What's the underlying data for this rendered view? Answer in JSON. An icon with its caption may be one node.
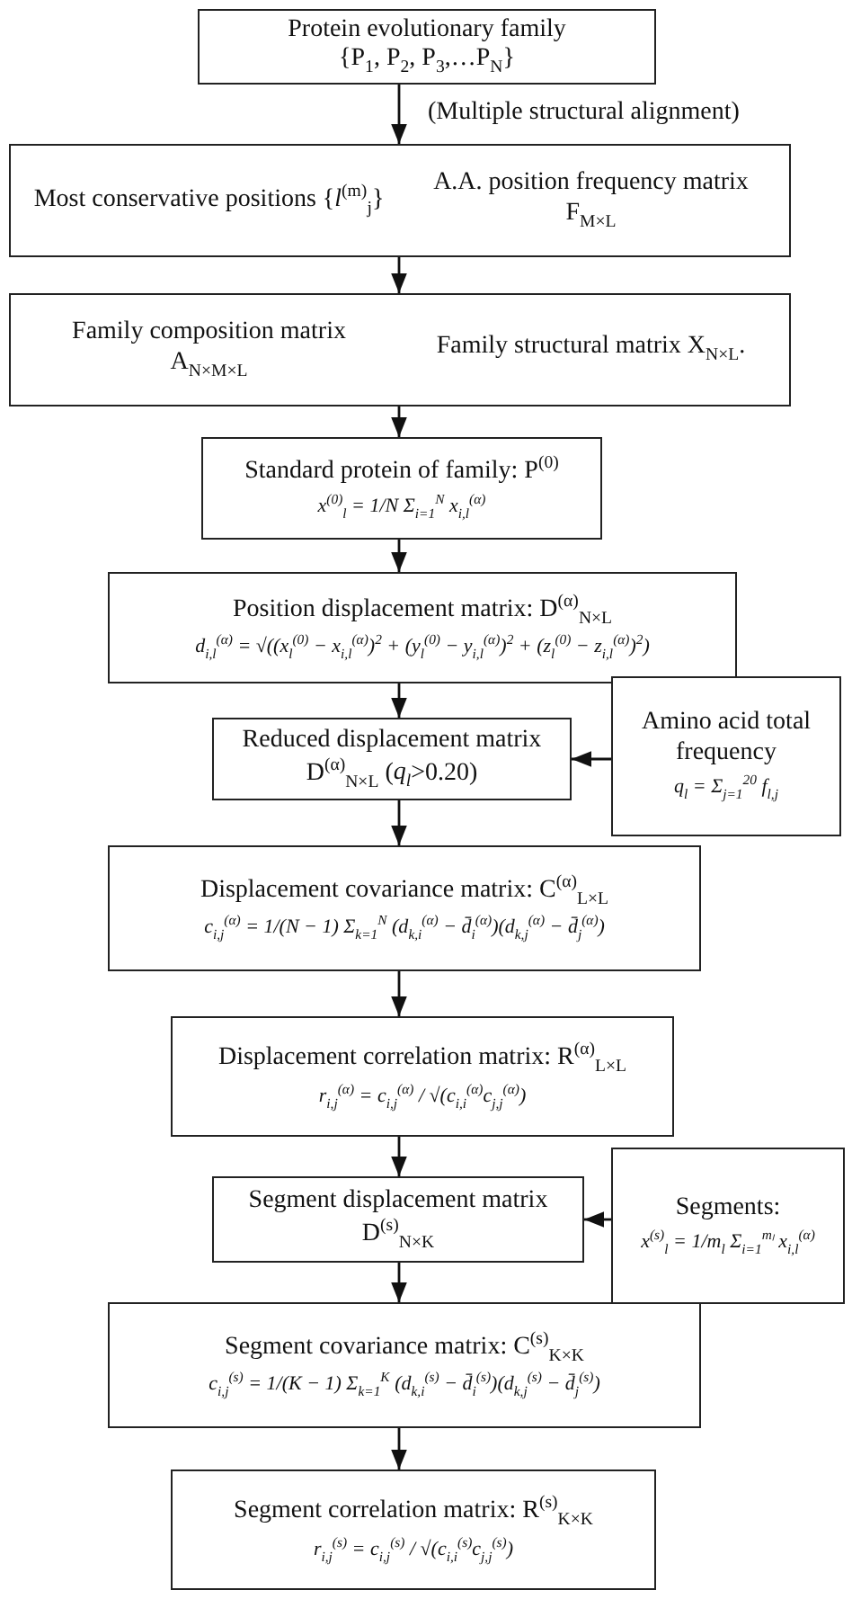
{
  "diagram": {
    "nodes": [
      {
        "text": [
          "Protein evolutionary family",
          "{P$_{1}$, P$_{2}$, P$_{3}$,…P$_{N}$}"
        ]
      },
      {
        "text": [
          "Most conservative positions {*l*$^{(m)}$$_{j}$}",
          "A.A. position frequency matrix F$_{M×L}$"
        ]
      },
      {
        "text": [
          "Family composition matrix A$_{N×M×L}$",
          "Family structural matrix X$_{N×L}$."
        ]
      },
      {
        "text": [
          "Standard protein of family: P$^{(0)}$",
          "x$^{(0)}$$_{l}$ = 1/N Σ$_{i=1}$$^{N}$ x$_{i,l}$$^{(α)}$"
        ]
      },
      {
        "text": [
          "Position displacement matrix: D$^{(α)}$$_{N×L}$",
          "d$_{i,l}$$^{(α)}$ = √((x$_{l}$$^{(0)}$ − x$_{i,l}$$^{(α)}$)$^{2}$ + (y$_{l}$$^{(0)}$ − y$_{i,l}$$^{(α)}$)$^{2}$ + (z$_{l}$$^{(0)}$ − z$_{i,l}$$^{(α)}$)$^{2}$)"
        ]
      },
      {
        "text": [
          "Reduced displacement matrix D$^{(α)}$$_{N×L}$ (*q$_{l}$*>0.20)"
        ]
      },
      {
        "text": [
          "Amino acid total frequency",
          "q$_{l}$ = Σ$_{j=1}$$^{20}$ f$_{l,j}$"
        ]
      },
      {
        "text": [
          "Displacement covariance matrix: C$^{(α)}$$_{L×L}$",
          "c$_{i,j}$$^{(α)}$ = 1/(N − 1) Σ$_{k=1}$$^{N}$ (d$_{k,i}$$^{(α)}$ − d̄$_{i}$$^{(α)}$)(d$_{k,j}$$^{(α)}$ − d̄$_{j}$$^{(α)}$)"
        ]
      },
      {
        "text": [
          "Displacement correlation matrix: R$^{(α)}$$_{L×L}$",
          "r$_{i,j}$$^{(α)}$ = c$_{i,j}$$^{(α)}$ / √(c$_{i,i}$$^{(α)}$c$_{j,j}$$^{(α)}$)"
        ]
      },
      {
        "text": [
          "Segment displacement matrix D$^{(s)}$$_{N×K}$"
        ]
      },
      {
        "text": [
          "Segments:",
          "x$^{(s)}$$_{l}$ = 1/m$_{l}$ Σ$_{i=1}$$^{mₗ}$ x$_{i,l}$$^{(α)}$"
        ]
      },
      {
        "text": [
          "Segment covariance matrix: C$^{(s)}$$_{K×K}$",
          "c$_{i,j}$$^{(s)}$ = 1/(K − 1) Σ$_{k=1}$$^{K}$ (d$_{k,i}$$^{(s)}$ − d̄$_{i}$$^{(s)}$)(d$_{k,j}$$^{(s)}$ − d̄$_{j}$$^{(s)}$)"
        ]
      },
      {
        "text": [
          "Segment correlation matrix: R$^{(s)}$$_{K×K}$",
          "r$_{i,j}$$^{(s)}$ = c$_{i,j}$$^{(s)}$ / √(c$_{i,i}$$^{(s)}$c$_{j,j}$$^{(s)}$)"
        ]
      }
    ],
    "edges": [
      {
        "from": 0,
        "to": 1,
        "arrow": "to",
        "label": "(Multiple structural alignment)"
      },
      {
        "from": 1,
        "to": 2,
        "arrow": "to"
      },
      {
        "from": 2,
        "to": 3,
        "arrow": "to"
      },
      {
        "from": 3,
        "to": 4,
        "arrow": "to"
      },
      {
        "from": 4,
        "to": 5,
        "arrow": "to"
      },
      {
        "from": 6,
        "to": 5,
        "arrow": "to"
      },
      {
        "from": 5,
        "to": 7,
        "arrow": "to"
      },
      {
        "from": 7,
        "to": 8,
        "arrow": "to"
      },
      {
        "from": 8,
        "to": 9,
        "arrow": "to"
      },
      {
        "from": 10,
        "to": 9,
        "arrow": "to"
      },
      {
        "from": 9,
        "to": 11,
        "arrow": "to"
      },
      {
        "from": 11,
        "to": 12,
        "arrow": "to"
      }
    ]
  }
}
